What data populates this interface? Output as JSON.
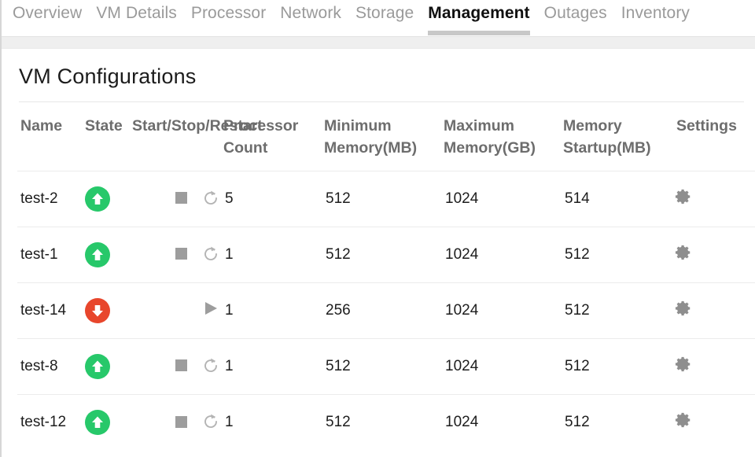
{
  "tabs": [
    {
      "label": "Overview",
      "active": false
    },
    {
      "label": "VM Details",
      "active": false
    },
    {
      "label": "Processor",
      "active": false
    },
    {
      "label": "Network",
      "active": false
    },
    {
      "label": "Storage",
      "active": false
    },
    {
      "label": "Management",
      "active": true
    },
    {
      "label": "Outages",
      "active": false
    },
    {
      "label": "Inventory",
      "active": false
    }
  ],
  "panel": {
    "title": "VM Configurations"
  },
  "table": {
    "headers": {
      "name": "Name",
      "state": "State",
      "actions": "Start/Stop/Restart",
      "processor": "Processor Count",
      "min_memory": "Minimum Memory(MB)",
      "max_memory": "Maximum Memory(GB)",
      "startup_memory": "Memory Startup(MB)",
      "settings": "Settings"
    },
    "rows": [
      {
        "name": "test-2",
        "state": "running",
        "state_icon": "arrow-up-circle-green",
        "actions": [
          "stop",
          "restart"
        ],
        "processor_count": "5",
        "min_memory": "512",
        "max_memory": "1024",
        "startup_memory": "514",
        "settings_icon": "gear-icon"
      },
      {
        "name": "test-1",
        "state": "running",
        "state_icon": "arrow-up-circle-green",
        "actions": [
          "stop",
          "restart"
        ],
        "processor_count": "1",
        "min_memory": "512",
        "max_memory": "1024",
        "startup_memory": "512",
        "settings_icon": "gear-icon"
      },
      {
        "name": "test-14",
        "state": "stopped",
        "state_icon": "arrow-down-circle-red",
        "actions": [
          "start"
        ],
        "processor_count": "1",
        "min_memory": "256",
        "max_memory": "1024",
        "startup_memory": "512",
        "settings_icon": "gear-icon"
      },
      {
        "name": "test-8",
        "state": "running",
        "state_icon": "arrow-up-circle-green",
        "actions": [
          "stop",
          "restart"
        ],
        "processor_count": "1",
        "min_memory": "512",
        "max_memory": "1024",
        "startup_memory": "512",
        "settings_icon": "gear-icon"
      },
      {
        "name": "test-12",
        "state": "running",
        "state_icon": "arrow-up-circle-green",
        "actions": [
          "stop",
          "restart"
        ],
        "processor_count": "1",
        "min_memory": "512",
        "max_memory": "1024",
        "startup_memory": "512",
        "settings_icon": "gear-icon"
      }
    ]
  },
  "colors": {
    "state_running": "#27c86a",
    "state_stopped": "#e8462c",
    "icon_gray": "#9d9d9d",
    "header_text": "#6d6d6d",
    "tab_inactive": "#9a9a9a",
    "tab_active": "#101010",
    "tab_underline": "#c8c8c8"
  }
}
